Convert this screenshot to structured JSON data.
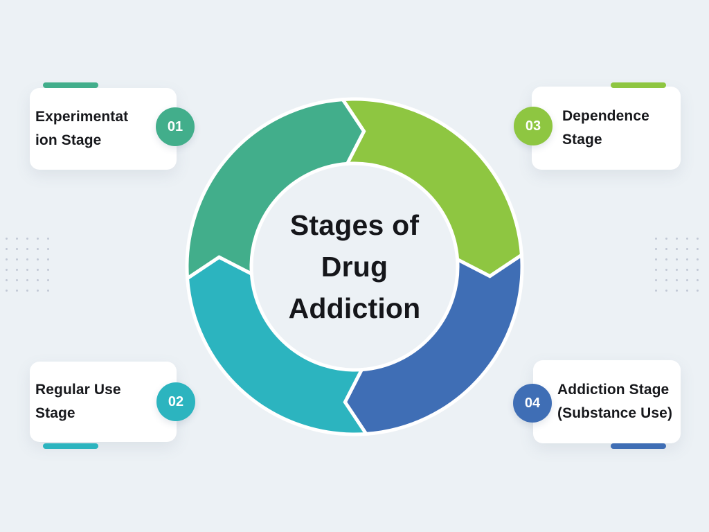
{
  "page": {
    "title": "Stages of Drug Addiction",
    "title_lines": [
      "Stages of",
      "Drug",
      "Addiction"
    ],
    "background_color": "#ECF1F5",
    "text_color": "#15161A",
    "card_color": "#FFFFFF",
    "dot_color": "#C2C9D6",
    "gap_color": "#FFFFFF"
  },
  "stages": [
    {
      "number": "01",
      "label": "Experimentation Stage",
      "lines": [
        "Experimentat",
        "ion Stage"
      ],
      "color": "#42AE8B",
      "position": "top-left"
    },
    {
      "number": "02",
      "label": "Regular Use Stage",
      "lines": [
        "Regular Use",
        "Stage"
      ],
      "color": "#2CB4BF",
      "position": "bottom-left"
    },
    {
      "number": "03",
      "label": "Dependence Stage",
      "lines": [
        "Dependence",
        "Stage"
      ],
      "color": "#8EC641",
      "position": "top-right"
    },
    {
      "number": "04",
      "label": "Addiction Stage (Substance Use)",
      "lines": [
        "Addiction Stage",
        "(Substance Use)"
      ],
      "color": "#3F6EB5",
      "position": "bottom-right"
    }
  ],
  "ring": {
    "segments": [
      {
        "stage_number": "01",
        "name": "experimentation",
        "color": "#42AE8B"
      },
      {
        "stage_number": "03",
        "name": "dependence",
        "color": "#8EC641"
      },
      {
        "stage_number": "04",
        "name": "addiction",
        "color": "#3F6EB5"
      },
      {
        "stage_number": "02",
        "name": "regular-use",
        "color": "#2CB4BF"
      }
    ]
  }
}
